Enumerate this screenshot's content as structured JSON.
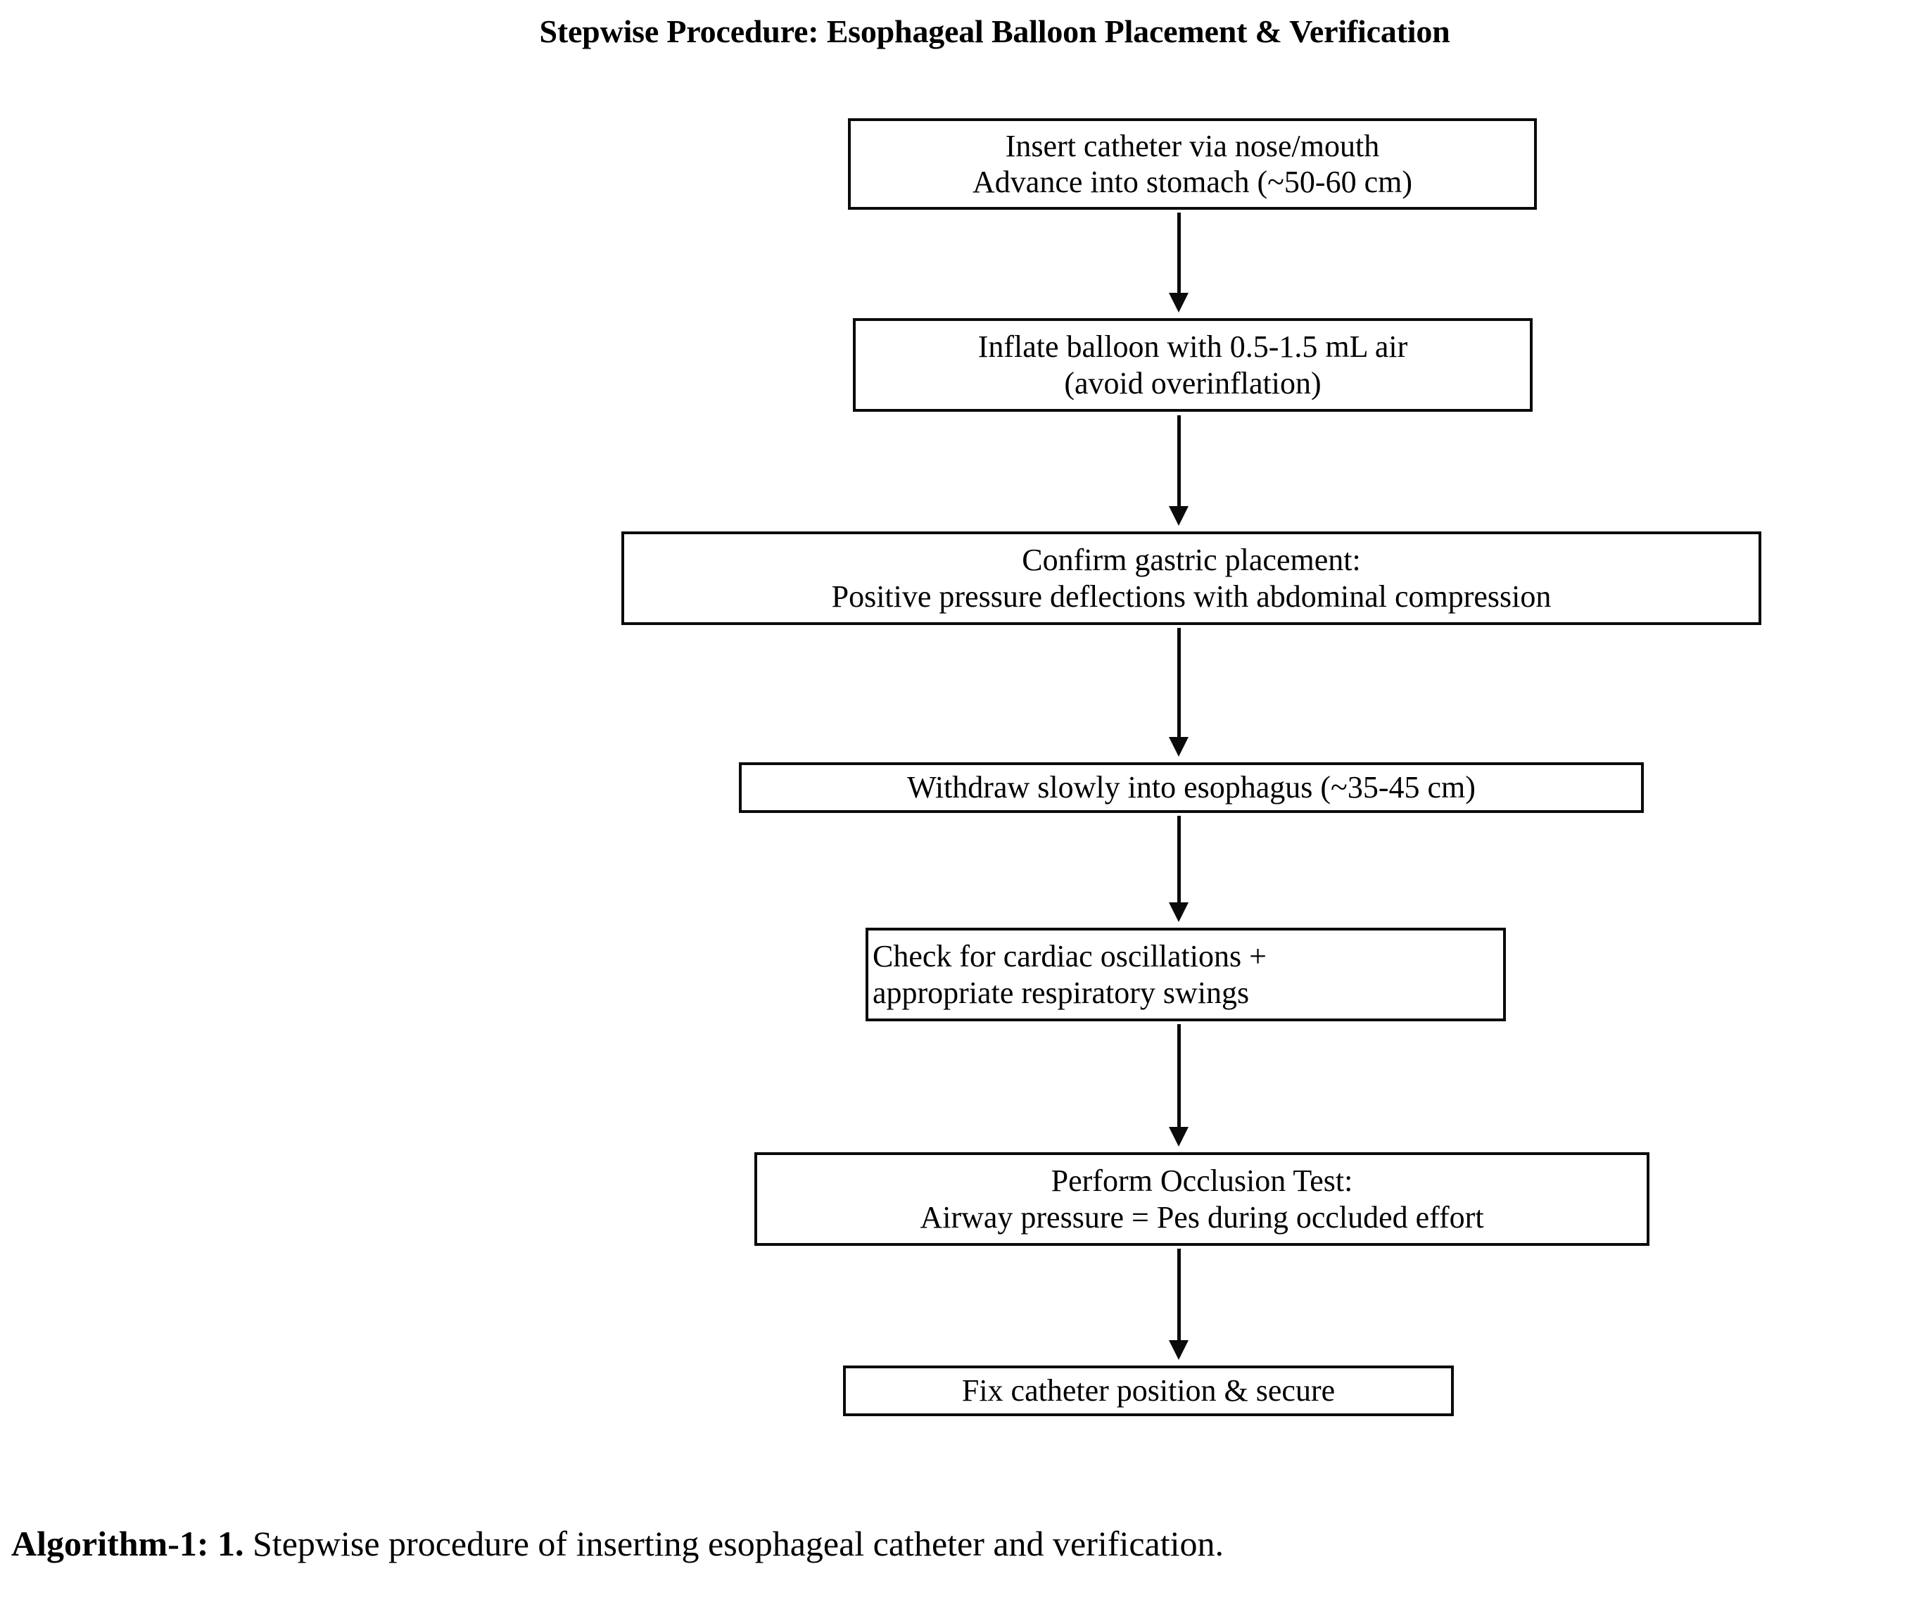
{
  "title": "Stepwise Procedure: Esophageal Balloon Placement & Verification",
  "diagram": {
    "type": "flowchart",
    "orientation": "vertical",
    "box_fill": "#ffffff",
    "box_border": "#0b0b0b",
    "connector_color": "#0b0b0b",
    "nodes": [
      {
        "id": "step-1",
        "align": "center",
        "lines": [
          "Insert catheter via nose/mouth",
          "Advance into stomach (~50-60 cm)"
        ]
      },
      {
        "id": "step-2",
        "align": "center",
        "lines": [
          "Inflate balloon with 0.5-1.5 mL air",
          "(avoid overinflation)"
        ]
      },
      {
        "id": "step-3",
        "align": "center",
        "lines": [
          "Confirm gastric placement:",
          "Positive pressure deflections with abdominal compression"
        ]
      },
      {
        "id": "step-4",
        "align": "center",
        "lines": [
          "Withdraw slowly into esophagus (~35-45 cm)"
        ]
      },
      {
        "id": "step-5",
        "align": "left",
        "lines": [
          "Check for cardiac oscillations +",
          "appropriate respiratory swings"
        ]
      },
      {
        "id": "step-6",
        "align": "center",
        "lines": [
          "Perform Occlusion Test:",
          "Airway pressure = Pes during occluded effort"
        ]
      },
      {
        "id": "step-7",
        "align": "center",
        "lines": [
          "Fix catheter position & secure"
        ]
      }
    ],
    "connectors": [
      {
        "id": "arrow-1",
        "from": "step-1",
        "to": "step-2",
        "icon": "down-arrow-icon"
      },
      {
        "id": "arrow-2",
        "from": "step-2",
        "to": "step-3",
        "icon": "down-arrow-icon"
      },
      {
        "id": "arrow-3",
        "from": "step-3",
        "to": "step-4",
        "icon": "down-arrow-icon"
      },
      {
        "id": "arrow-4",
        "from": "step-4",
        "to": "step-5",
        "icon": "down-arrow-icon"
      },
      {
        "id": "arrow-5",
        "from": "step-5",
        "to": "step-6",
        "icon": "down-arrow-icon"
      },
      {
        "id": "arrow-6",
        "from": "step-6",
        "to": "step-7",
        "icon": "down-arrow-icon"
      }
    ]
  },
  "caption": {
    "label": "Algorithm-1:",
    "number": "1.",
    "text": "Stepwise procedure of inserting esophageal catheter and verification."
  }
}
